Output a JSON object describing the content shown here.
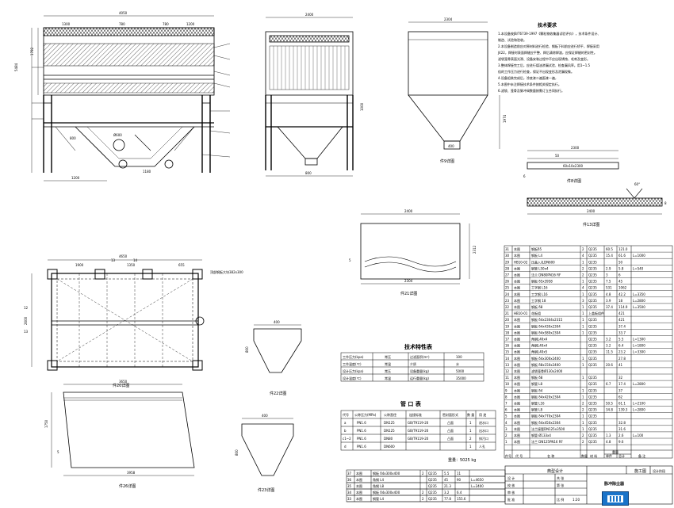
{
  "notes": {
    "title": "技术要求",
    "lines": [
      "1.本设备按JB/T6739-1997《颗粒物收集器试验评价》，技术条件设计、",
      "制造、试验和验收。",
      "2.本设备制造前应对原材料进行检验、钢板下料前应进行矫平，焊接采用",
      "J422，焊接时表面焊缝应平整、焊后清除焊渣，应保证焊缝的密封性。",
      "滤袋笼骨表面光滑、设备安装过程中不应出现锈蚀、毛刺及变形。",
      "3.整体焊接完工后，应进行煤油渗漏试验、检查漏风率。用1~1.5",
      "倍的工作压力进行检查，保证不出现变形及泄漏现象。",
      "4.设备组装完成后，涂底漆二遍面漆一遍，",
      "5.本图中未注焊接技术条件按相关规定执行。",
      "6.滤袋、笼骨及脉冲阀数量按需订立合同执行。"
    ]
  },
  "views": {
    "front": {
      "dims": {
        "top_total": "4050",
        "bottom_span": "1200",
        "left_total": "5484",
        "side_small": "1792",
        "mid_a": "1300",
        "mid_b": "780",
        "mid_c": "780",
        "mid_d": "1200",
        "hole": "Ø600",
        "bot_a": "800",
        "bot_b": "1180"
      }
    },
    "side": {
      "dims": {
        "top": "2400",
        "h": "1000",
        "bot": "800"
      }
    },
    "part9": {
      "label": "件9详图",
      "dims": {
        "top": "2304",
        "mid": "1974",
        "bot": "400"
      }
    },
    "part8": {
      "label": "件8详图",
      "dims": {
        "w": "2300",
        "h": "6",
        "inner": "50",
        "tag": "60x10x2300"
      }
    },
    "part13": {
      "label": "件13详图",
      "dims": {
        "w": "2400",
        "angle": "60°",
        "h": "8"
      }
    },
    "part21": {
      "label": "件21详图",
      "dims": {
        "top": "2400",
        "h": "2312",
        "bot": "2304",
        "side": "5"
      }
    },
    "plan": {
      "label": "件20详图",
      "note": "顶部钢板大块382x300",
      "dims": {
        "top": "4650",
        "a": "1900",
        "b": "655",
        "c": "1350",
        "left": "2600",
        "tags": [
          "13",
          "14",
          "12",
          "13"
        ]
      }
    },
    "part22": {
      "label": "件22详图",
      "dims": {
        "a": "400",
        "b": "800"
      }
    },
    "part23": {
      "label": "件23详图",
      "dims": {
        "a": "400",
        "b": "800"
      }
    },
    "part26": {
      "label": "件26详图",
      "dims": {
        "top": "3650",
        "bottom": "3958",
        "h": "1750",
        "thick": "5"
      }
    }
  },
  "tech_table": {
    "title": "技术特性表",
    "rows": [
      [
        "工作压力(kpa)",
        "常压",
        "过滤面积(m²)",
        "100"
      ],
      [
        "工作温度(℃)",
        "常温",
        "介质",
        "水"
      ],
      [
        "设计压力(kpa)",
        "常压",
        "设备重量(kg)",
        "5000"
      ],
      [
        "设计温度(℃)",
        "常温",
        "运行重量(kg)",
        "35000"
      ]
    ]
  },
  "pipe_table": {
    "title": "管  口  表",
    "header": [
      "代号",
      "公称压力(MPa)",
      "公称直径",
      "连接标准",
      "密封面形式",
      "数 量",
      "用  途"
    ],
    "rows": [
      [
        "a",
        "PN1.6",
        "DN125",
        "GB/T9119-20",
        "凸面",
        "1",
        "进水口"
      ],
      [
        "b",
        "PN1.6",
        "DN125",
        "GB/T9119-20",
        "凸面",
        "1",
        "出水口"
      ],
      [
        "c1~2",
        "PN1.6",
        "DN80",
        "GB/T9119-20",
        "凸面",
        "2",
        "排污口"
      ],
      [
        "d",
        "PN1.6",
        "DN600",
        "",
        "",
        "1",
        "人孔"
      ]
    ],
    "weight_note": "重量：5025 kg"
  },
  "parts_list": {
    "rows": [
      [
        "31",
        "本图",
        "钢板δ5",
        "2",
        "Q235",
        "60.5",
        "121.0",
        ""
      ],
      [
        "30",
        "本图",
        "钢板 L4",
        "4",
        "Q235",
        "15.4",
        "61.6",
        "L=1000"
      ],
      [
        "29",
        "HB10-02",
        "压盖入孔DN600",
        "1",
        "Q235",
        "",
        "50",
        ""
      ],
      [
        "28",
        "本图",
        "钢管 L50x4",
        "2",
        "Q235",
        "2.9",
        "5.8",
        "L=540"
      ],
      [
        "27",
        "本图",
        "法兰 DN80PN16 RF",
        "2",
        "Q235",
        "3",
        "6",
        ""
      ],
      [
        "26",
        "本图",
        "钢板 δ5x3958",
        "1",
        "Q235",
        "7.5",
        "45",
        ""
      ],
      [
        "25",
        "本图",
        "工字钢 L16",
        "4",
        "Q235",
        "531",
        "1062",
        ""
      ],
      [
        "24",
        "本图",
        "工字钢 L16",
        "1",
        "Q235",
        "4.8",
        "42.2",
        "L=3350"
      ],
      [
        "23",
        "本图",
        "工字钢 18",
        "3",
        "Q235",
        "3.9",
        "18",
        "L=2800"
      ],
      [
        "22",
        "本图",
        "钢板 δ8",
        "1",
        "Q235",
        "37.4",
        "114.9",
        "L=3500"
      ],
      [
        "21",
        "HB10-01",
        "花板组",
        "1",
        "上盖板组件",
        "",
        "421",
        ""
      ],
      [
        "20",
        "本图",
        "钢板 δ4x2304x2315",
        "1",
        "Q235",
        "",
        "421",
        ""
      ],
      [
        "19",
        "本图",
        "钢板 δ4x430x2304",
        "1",
        "Q235",
        "",
        "37.4",
        ""
      ],
      [
        "18",
        "本图",
        "钢板 δ4x580x2304",
        "1",
        "Q235",
        "",
        "33.7",
        ""
      ],
      [
        "17",
        "本图",
        "角钢L40x4",
        "",
        "Q235",
        "3.2",
        "5.5",
        "L=1300"
      ],
      [
        "16",
        "本图",
        "角钢L40x4",
        "",
        "Q235",
        "3.2",
        "6.4",
        "L=1800"
      ],
      [
        "15",
        "本图",
        "角钢L40x5",
        "",
        "Q235",
        "11.5",
        "23.2",
        "L=3300"
      ],
      [
        "14",
        "本图",
        "钢板 δ4x300x2400",
        "1",
        "Q235",
        "",
        "27.8",
        ""
      ],
      [
        "13",
        "本图",
        "钢板 δ8x150x2400",
        "1",
        "Q235",
        "20.6",
        "41",
        ""
      ],
      [
        "12",
        "本图",
        "滤袋笼骨Ø130x2400",
        "",
        "",
        "",
        "",
        ""
      ],
      [
        "11",
        "本图",
        "钢板 δ8",
        "1",
        "Q235",
        "",
        "32",
        ""
      ],
      [
        "10",
        "本图",
        "钢管 L8",
        "",
        "Q235",
        "6.7",
        "17.4",
        "L=2800"
      ],
      [
        "9",
        "本图",
        "钢板 δ4",
        "1",
        "Q235",
        "",
        "37",
        ""
      ],
      [
        "8",
        "本图",
        "钢板 δ4x420x2304",
        "1",
        "Q235",
        "",
        "62",
        ""
      ],
      [
        "7",
        "本图",
        "钢管 L16",
        "2",
        "Q235",
        "50.5",
        "61.1",
        "L=2100"
      ],
      [
        "6",
        "本图",
        "钢管 L8",
        "2",
        "Q235",
        "34.8",
        "139.3",
        "L=2800"
      ],
      [
        "5",
        "本图",
        "钢板 δ4x770x2304",
        "1",
        "Q235",
        "",
        "",
        ""
      ],
      [
        "4",
        "本图",
        "钢板 δ4x450x2304",
        "1",
        "Q235",
        "",
        "32.8",
        ""
      ],
      [
        "3",
        "本图",
        "法兰接管DN125x3500",
        "1",
        "Q235",
        "",
        "31.6",
        ""
      ],
      [
        "2",
        "本图",
        "钢管 Ø133x4",
        "2",
        "Q235",
        "1.3",
        "2.6",
        "L=100"
      ],
      [
        "1",
        "本图",
        "法兰 DN125PN16 RF",
        "2",
        "Q235",
        "4.8",
        "9.6",
        ""
      ]
    ],
    "header": [
      "件号",
      "代   号",
      "名   称",
      "数量",
      "材  料",
      "单件",
      "总计",
      "备 注"
    ],
    "weight_header": "重量"
  },
  "lower_parts": {
    "rows": [
      [
        "37",
        "本图",
        "钢板 δ4x300x400",
        "2",
        "Q235",
        "5.5",
        "11",
        ""
      ],
      [
        "36",
        "本图",
        "角钢 L4",
        "",
        "Q235",
        "45",
        "90",
        "L=4650"
      ],
      [
        "35",
        "本图",
        "角钢 L8",
        "",
        "Q235",
        "21.3",
        "",
        "L=2400"
      ],
      [
        "34",
        "本图",
        "钢板 δ4x300x400",
        "2",
        "Q235",
        "3.2",
        "6.4",
        ""
      ],
      [
        "33",
        "本图",
        "钢管 L4",
        "2",
        "Q235",
        "77.8",
        "155.6",
        ""
      ]
    ]
  },
  "title_block": {
    "project": "典型设计",
    "stage": "施工图",
    "design_stage_label": "设计阶段",
    "drawing_name": "脉冲除尘器",
    "rows": [
      [
        "设 计",
        ""
      ],
      [
        "校 核",
        ""
      ],
      [
        "审 核",
        ""
      ],
      [
        "批 准",
        ""
      ]
    ],
    "scale_label": "比 例",
    "scale": "1:20",
    "sheet_label": "共 张",
    "sheet_no": "第 张"
  },
  "taskbar": {
    "icon": "keyboard-icon"
  }
}
